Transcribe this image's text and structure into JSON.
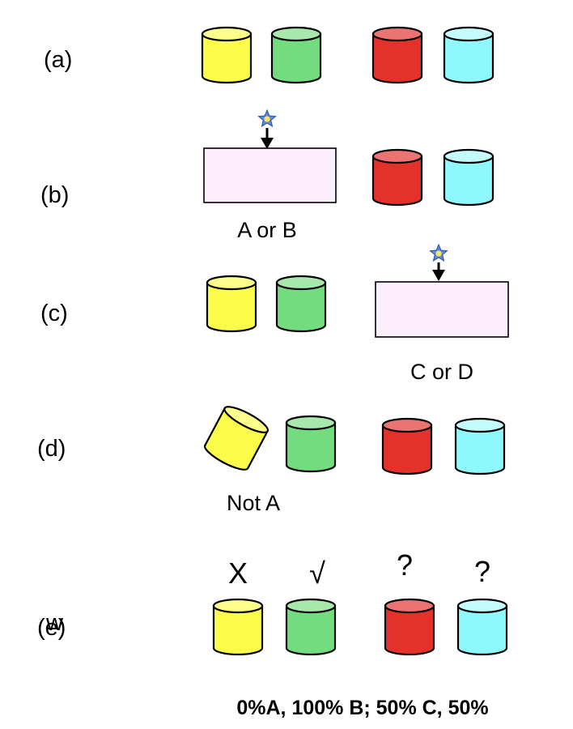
{
  "colors": {
    "yellow": {
      "body": "#fcfc4a",
      "top": "#fdfd8c"
    },
    "green": {
      "body": "#72dc7e",
      "top": "#a8e8aa"
    },
    "red": {
      "body": "#e43129",
      "top": "#eb7473"
    },
    "cyan": {
      "body": "#8ff8fc",
      "top": "#c4fbfd"
    },
    "box_fill": "#fdeefe",
    "star": "#5b8ad8",
    "star_center": "#f4e66a"
  },
  "rows": {
    "a": {
      "label": "(a)"
    },
    "b": {
      "label": "(b)",
      "caption": "A or B"
    },
    "c": {
      "label": "(c)",
      "caption": "C or D"
    },
    "d": {
      "label": "(d)",
      "caption": "Not A"
    },
    "e": {
      "label": "(e)",
      "overlap_glyph": "w",
      "marks": [
        "X",
        "√",
        "?",
        "?"
      ]
    }
  },
  "result_text": "0%A, 100% B;  50% C, 50%"
}
